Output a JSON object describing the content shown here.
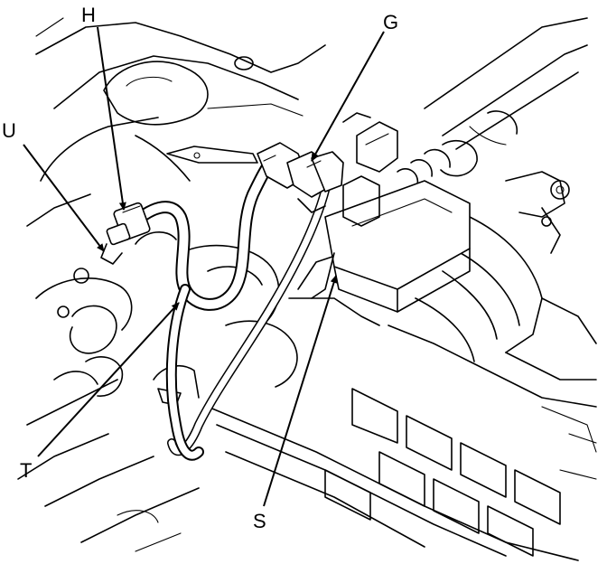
{
  "diagram": {
    "callouts": [
      {
        "id": "H",
        "text": "H"
      },
      {
        "id": "G",
        "text": "G"
      },
      {
        "id": "U",
        "text": "U"
      },
      {
        "id": "T",
        "text": "T"
      },
      {
        "id": "S",
        "text": "S"
      }
    ],
    "colors": {
      "line": "#000000",
      "background": "#ffffff"
    }
  }
}
